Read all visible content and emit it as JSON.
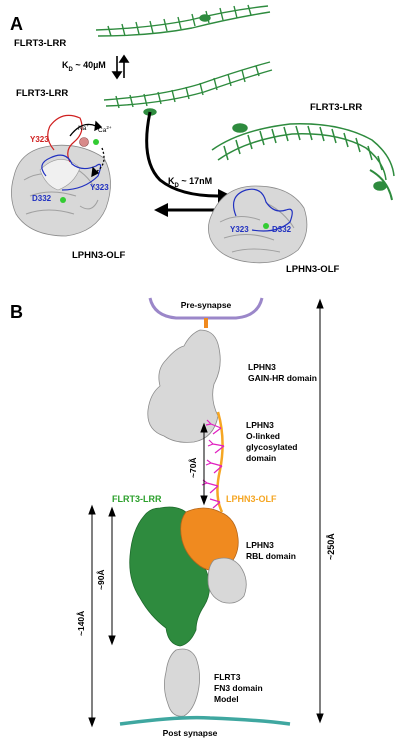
{
  "panel_a": {
    "letter": "A",
    "flrt3_top_1": "FLRT3-LRR",
    "flrt3_top_2": "FLRT3-LRR",
    "kd_dimer": "K",
    "kd_dimer_sub": "D",
    "kd_dimer_val": " ~ 40µM",
    "kd_complex": "K",
    "kd_complex_sub": "D",
    "kd_complex_val": " ~ 17nM",
    "y323_red": "Y323",
    "na_ion": "Na",
    "na_charge": "+",
    "ca_ion": "Ca",
    "ca_charge": "2+",
    "y323_blue_left": "Y323",
    "d332_left": "D332",
    "lphn3_olf_left": "LPHN3-OLF",
    "flrt3_complex": "FLRT3-LRR",
    "y323_blue_right": "Y323",
    "d332_right": "D332",
    "lphn3_olf_right": "LPHN3-OLF"
  },
  "panel_b": {
    "letter": "B",
    "pre_synapse": "Pre-synapse",
    "gain_line1": "LPHN3",
    "gain_line2": "GAIN-HR domain",
    "olinked_line1": "LPHN3",
    "olinked_line2": "O-linked",
    "olinked_line3": "glycosylated",
    "olinked_line4": "domain",
    "dist_70": "~70Å",
    "flrt3_lrr": "FLRT3-LRR",
    "lphn3_olf": "LPHN3-OLF",
    "rbl_line1": "LPHN3",
    "rbl_line2": "RBL domain",
    "dist_90": "~90Å",
    "dist_140": "~140Å",
    "dist_250": "~250Å",
    "fn3_line1": "FLRT3",
    "fn3_line2": "FN3 domain",
    "fn3_line3": "Model",
    "post_synapse": "Post synapse"
  },
  "colors": {
    "flrt3_green": "#2e8b3e",
    "flrt3_label_green": "#2ca02c",
    "olf_orange": "#f08a1f",
    "olf_label_orange": "#f5a623",
    "glyco_magenta": "#e020c0",
    "membrane_purple": "#9b87c9",
    "membrane_teal": "#3fa7a0",
    "red_loop": "#d02020",
    "blue_loop": "#2030c0",
    "grey_surface": "#d8d8d8"
  }
}
